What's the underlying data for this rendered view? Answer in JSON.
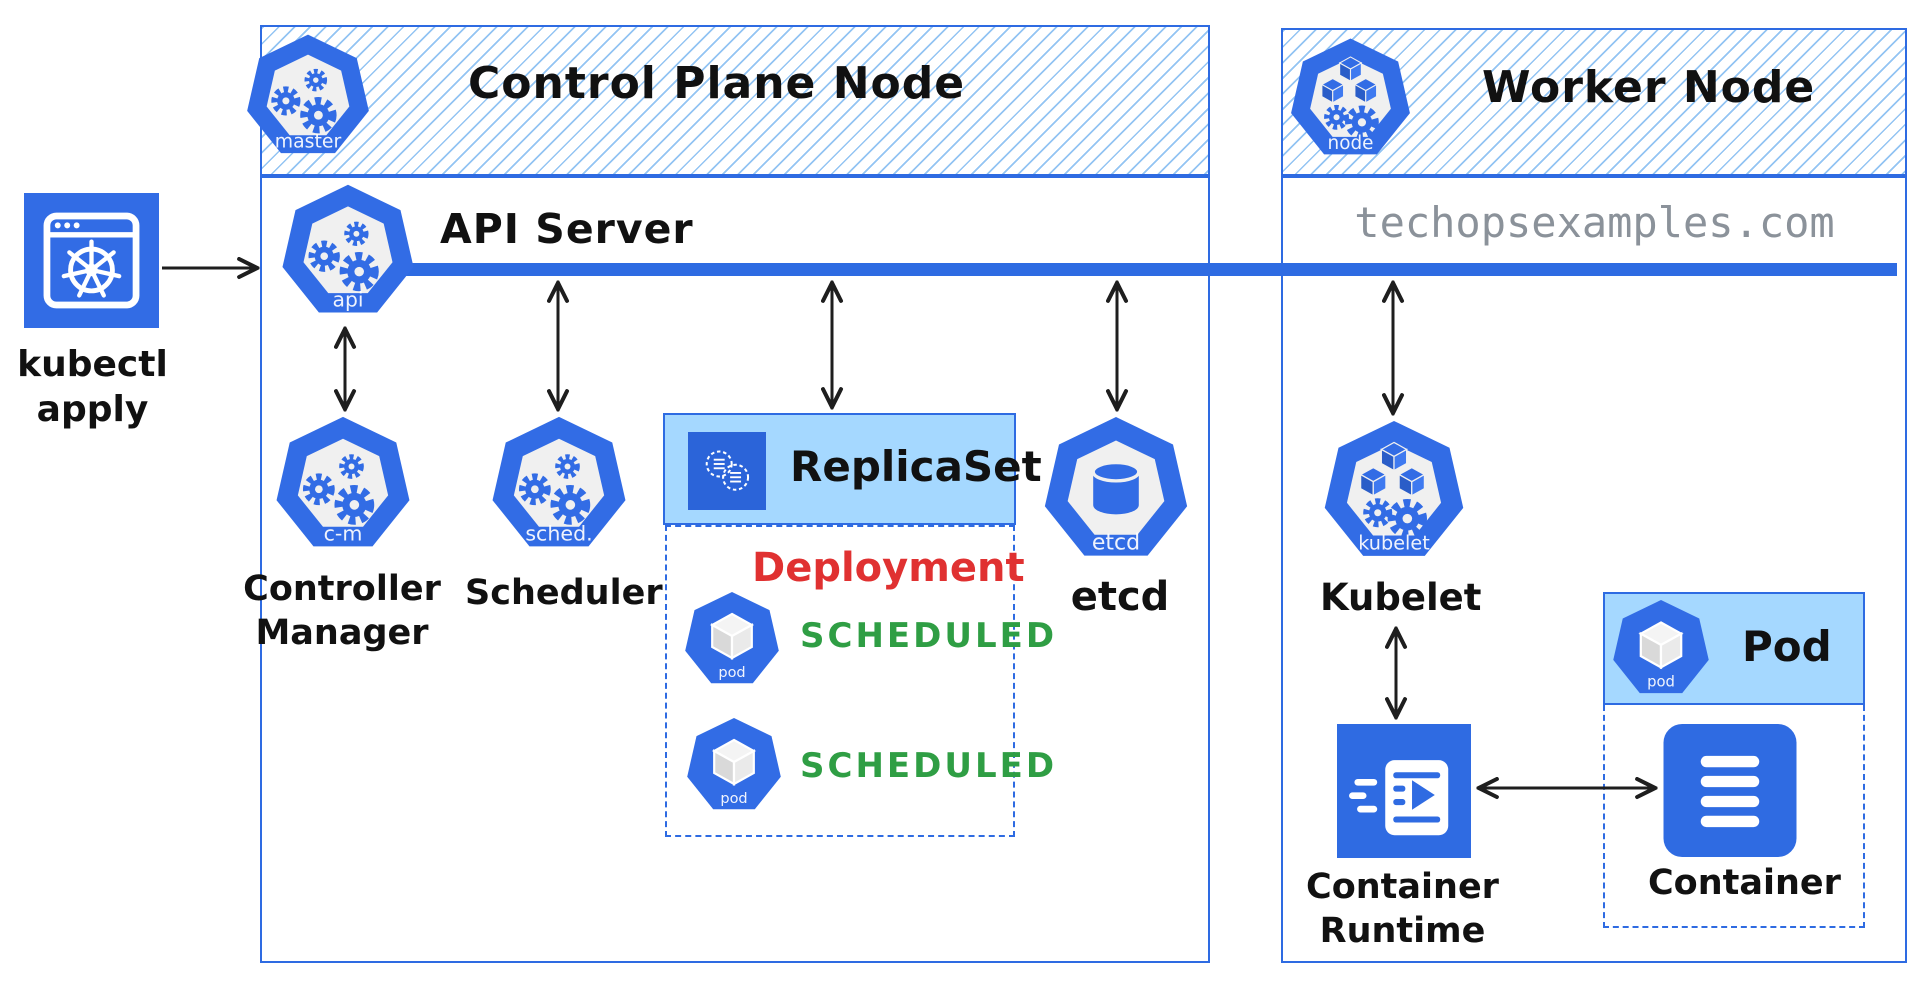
{
  "kubectl": {
    "label": "kubectl apply",
    "icon": "kubernetes-wheel-browser-window"
  },
  "control_plane": {
    "title": "Control Plane Node",
    "master_badge": "master",
    "api_server": {
      "label": "API Server",
      "badge": "api"
    },
    "controller_manager": {
      "label": "Controller Manager",
      "badge": "c-m"
    },
    "scheduler": {
      "label": "Scheduler",
      "badge": "sched."
    },
    "replicaset": {
      "label": "ReplicaSet",
      "icon": "replicaset-dashed-circles"
    },
    "deployment": {
      "label": "Deployment",
      "pods": [
        {
          "badge": "pod",
          "status": "SCHEDULED"
        },
        {
          "badge": "pod",
          "status": "SCHEDULED"
        }
      ]
    },
    "etcd": {
      "label": "etcd",
      "badge": "etcd"
    }
  },
  "worker": {
    "title": "Worker Node",
    "node_badge": "node",
    "watermark": "techopsexamples.com",
    "kubelet": {
      "label": "Kubelet",
      "badge": "kubelet"
    },
    "container_runtime": {
      "label": "Container Runtime",
      "icon": "container-runtime-play-document"
    },
    "pod": {
      "label": "Pod",
      "badge": "pod"
    },
    "container": {
      "label": "Container",
      "icon": "container-stacked-bars"
    }
  },
  "colors": {
    "primary_blue": "#326ce5",
    "border_blue": "#2e6be2",
    "light_blue_fill": "#a5d8ff",
    "deployment_red": "#e03131",
    "scheduled_green": "#2f9e44",
    "watermark_gray": "#8b929a",
    "arrow_black": "#1e1e1e"
  }
}
